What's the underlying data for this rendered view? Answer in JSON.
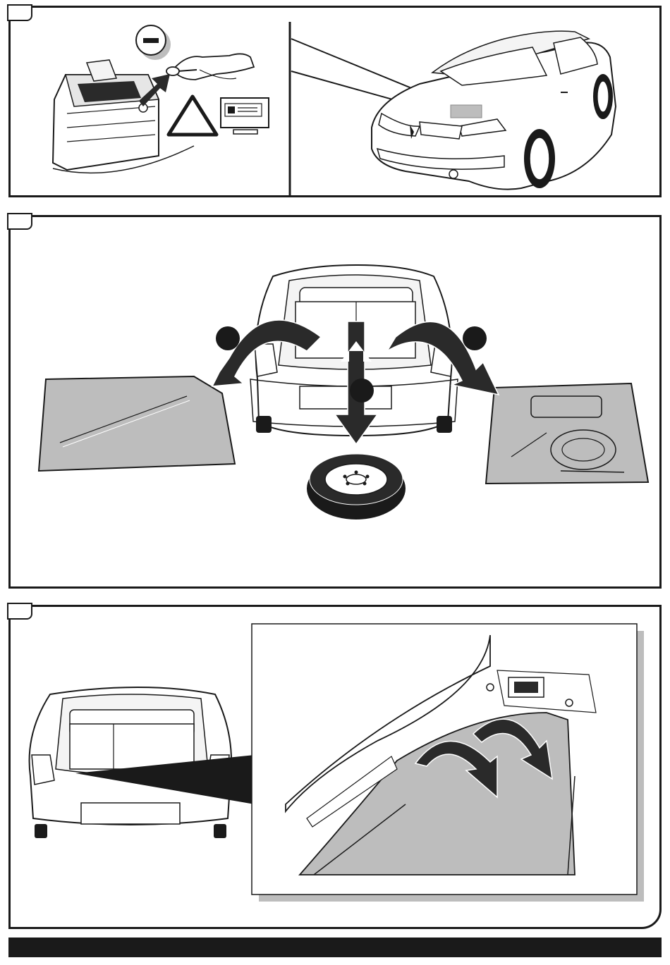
{
  "steps": [
    {
      "id": 1,
      "number_label": "",
      "description_icons": [
        "minus-icon",
        "warning-triangle-icon",
        "radio-display-icon"
      ]
    },
    {
      "id": 2,
      "number_label": ""
    },
    {
      "id": 3,
      "number_label": ""
    }
  ],
  "step2": {
    "badges": [
      "",
      "",
      ""
    ]
  },
  "colors": {
    "line": "#1a1a1a",
    "grey_fill": "#bdbdbd",
    "light_fill": "#f4f4f4",
    "dark_fill": "#2a2a2a"
  }
}
